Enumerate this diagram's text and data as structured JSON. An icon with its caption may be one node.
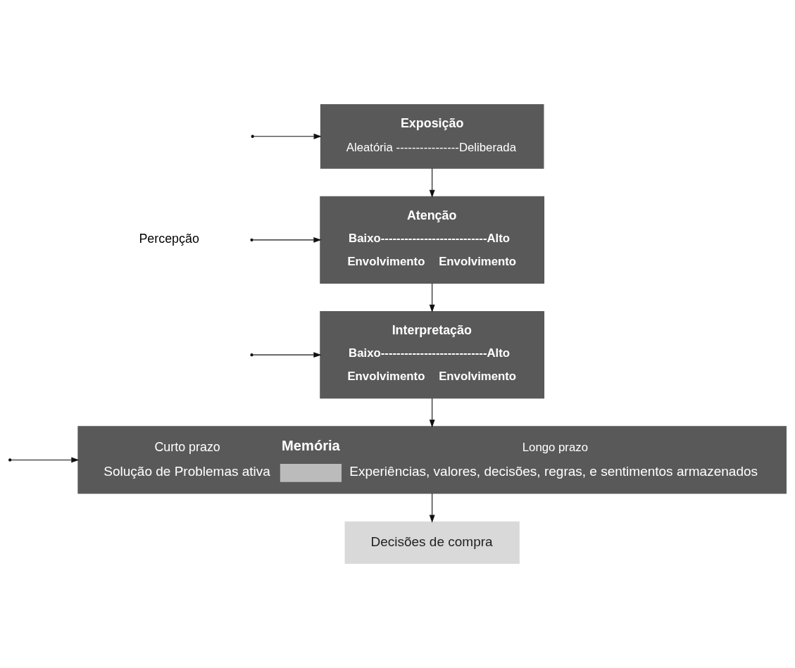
{
  "diagram": {
    "nodes": [
      {
        "text": [
          "Exposição",
          "Aleatória ----------------Deliberada"
        ]
      },
      {
        "text": [
          "Atenção",
          "Baixo---------------------------Alto",
          "Envolvimento",
          "Envolvimento"
        ]
      },
      {
        "text": [
          "Interpretação",
          "Baixo---------------------------Alto",
          "Envolvimento",
          "Envolvimento"
        ]
      },
      {
        "text": [
          "Curto prazo",
          "Memória",
          "Longo prazo",
          "Solução de Problemas ativa",
          "Experiências, valores, decisões, regras, e sentimentos armazenados"
        ]
      },
      {
        "text": [
          "Decisões de compra"
        ]
      }
    ],
    "edges": [
      {
        "from": 0,
        "to": 1,
        "arrow": "to"
      },
      {
        "from": 1,
        "to": 2,
        "arrow": "to"
      },
      {
        "from": 2,
        "to": 3,
        "arrow": "to"
      },
      {
        "from": 3,
        "to": 4,
        "arrow": "to"
      },
      {
        "from": null,
        "to": 0,
        "arrow": "to"
      },
      {
        "from": null,
        "to": 1,
        "arrow": "to"
      },
      {
        "from": null,
        "to": 2,
        "arrow": "to"
      },
      {
        "from": null,
        "to": 3,
        "arrow": "to"
      }
    ],
    "labels": [
      "Percepção"
    ]
  }
}
